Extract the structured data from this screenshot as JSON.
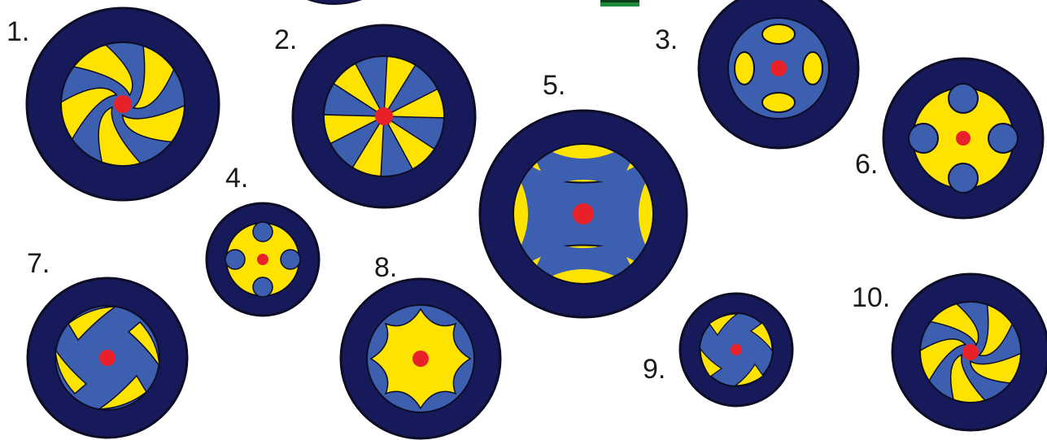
{
  "figure": {
    "labels": [
      "1.",
      "2.",
      "3.",
      "4.",
      "5.",
      "6.",
      "7.",
      "8.",
      "9.",
      "10."
    ],
    "colors": {
      "outer_ring": "#161a5a",
      "blue": "#3c5fb0",
      "yellow": "#ffe300",
      "center": "#e8202a",
      "outline": "#0d0d26",
      "green": "#1c8a3a"
    },
    "parts": [
      "pinwheel",
      "sector",
      "lobe",
      "notch",
      "dot"
    ]
  }
}
